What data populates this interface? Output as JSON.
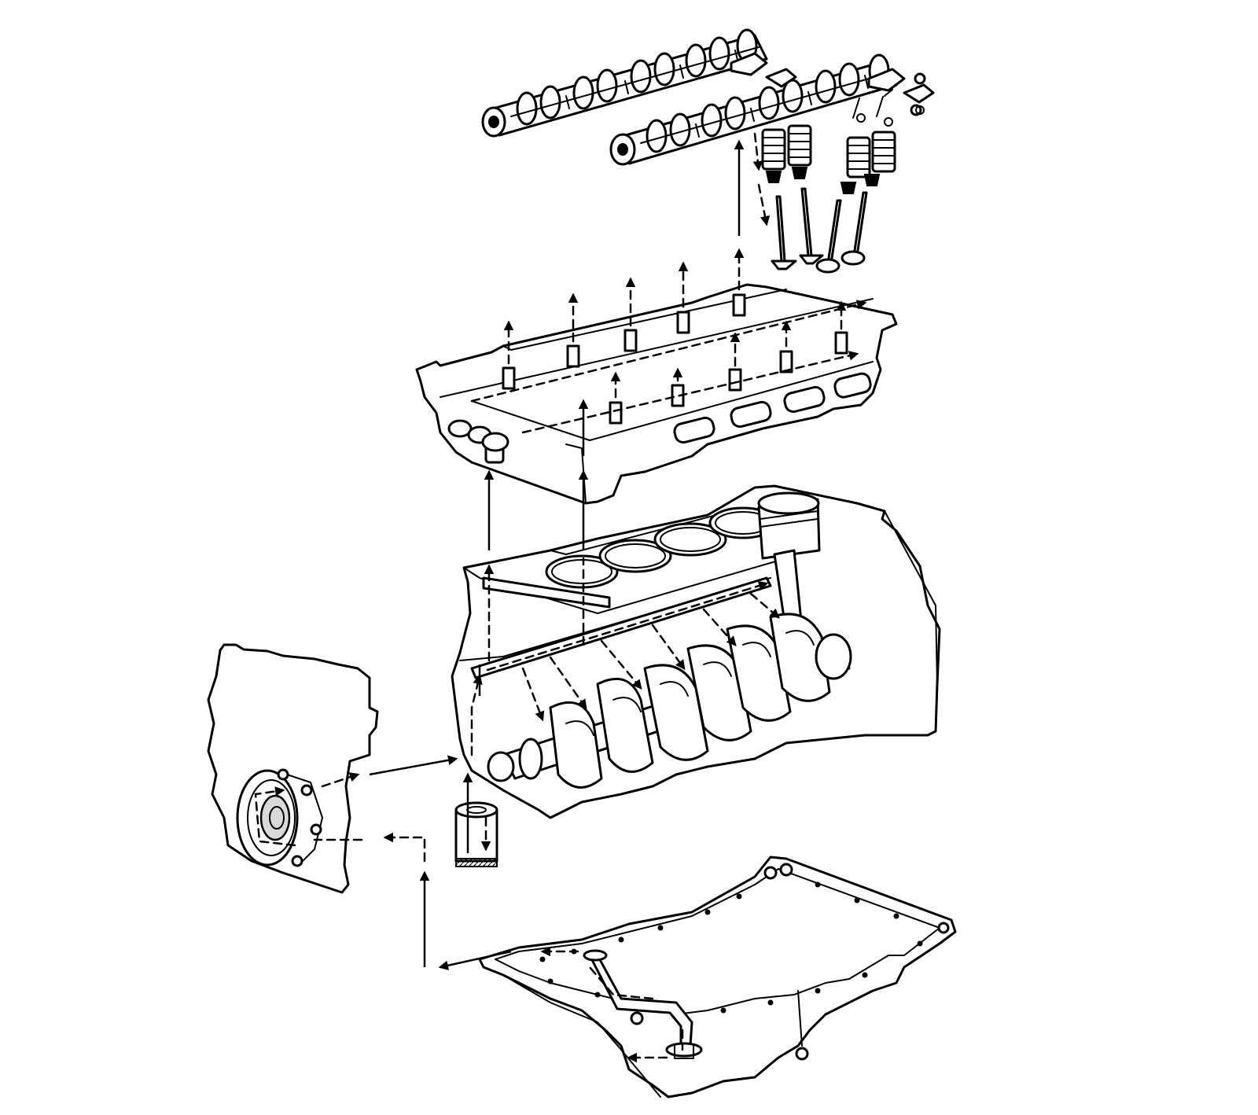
{
  "diagram": {
    "colors": {
      "line": "#000000",
      "background": "#ffffff",
      "shade": "#d9d9d9"
    },
    "components": [
      "intake-camshaft",
      "exhaust-camshaft",
      "valve-springs",
      "valves",
      "cylinder-head",
      "valve-lifters",
      "head-gasket",
      "cylinder-block",
      "piston",
      "crankshaft",
      "oil-filter",
      "oil-pump",
      "oil-pan",
      "oil-pickup"
    ]
  }
}
